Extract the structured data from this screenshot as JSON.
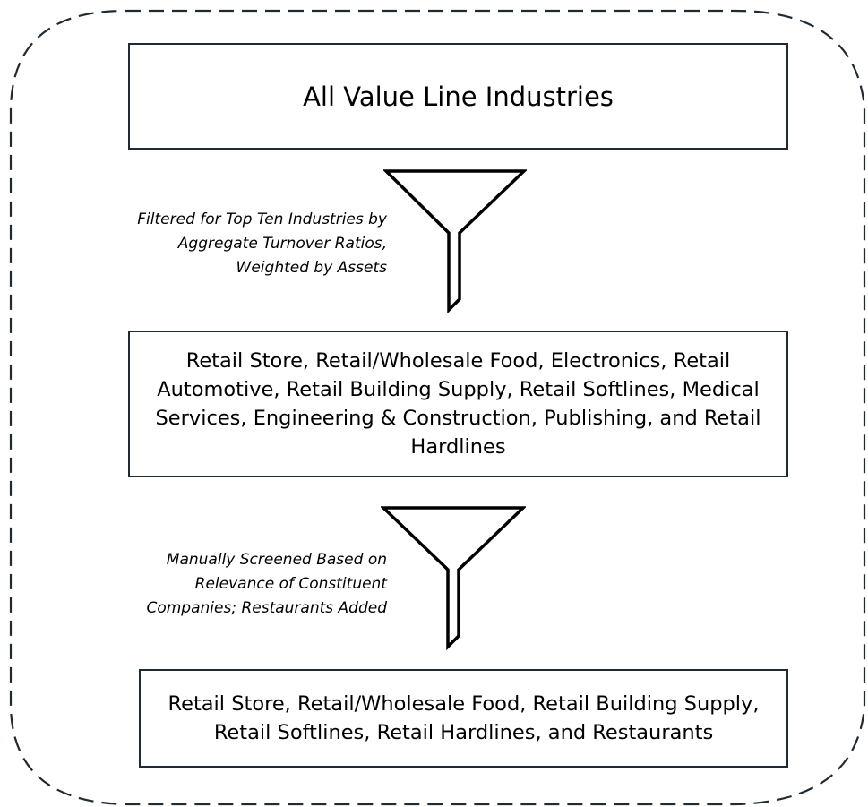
{
  "diagram": {
    "top_box_label": "All Value Line Industries",
    "step1_note": "Filtered for Top Ten Industries by\nAggregate Turnover Ratios,\nWeighted by Assets",
    "middle_box_label": "Retail Store, Retail/Wholesale Food, Electronics, Retail Automotive, Retail Building Supply, Retail Softlines, Medical Services, Engineering & Construction, Publishing, and Retail Hardlines",
    "step2_note": "Manually Screened Based on\nRelevance of Constituent\nCompanies; Restaurants Added",
    "bottom_box_label": "Retail Store, Retail/Wholesale Food, Retail Building Supply,\nRetail Softlines, Retail Hardlines, and Restaurants"
  },
  "colors": {
    "border": "#1f2a33",
    "text": "#000000",
    "background": "#ffffff"
  },
  "icons": {
    "filter": "funnel-icon"
  }
}
